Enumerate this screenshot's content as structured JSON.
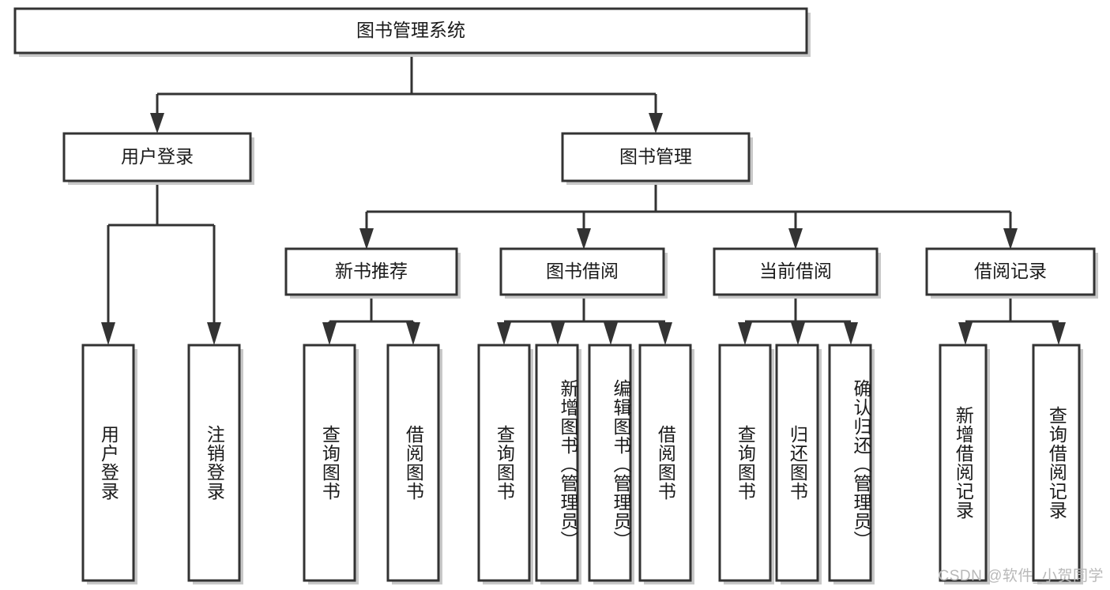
{
  "diagram": {
    "title": "图书管理系统",
    "type": "tree-hierarchy",
    "orientation": "top-down",
    "colors": {
      "background": "#ffffff",
      "box_border": "#333333",
      "box_fill": "#ffffff",
      "connector": "#333333",
      "text": "#1a1a1a",
      "watermark": "#b9b9b9"
    },
    "root": {
      "label": "图书管理系统",
      "orientation": "horizontal"
    },
    "level1": [
      {
        "label": "用户登录",
        "orientation": "horizontal"
      },
      {
        "label": "图书管理",
        "orientation": "horizontal"
      }
    ],
    "level2": [
      {
        "label": "新书推荐",
        "orientation": "horizontal",
        "parent": "图书管理"
      },
      {
        "label": "图书借阅",
        "orientation": "horizontal",
        "parent": "图书管理"
      },
      {
        "label": "当前借阅",
        "orientation": "horizontal",
        "parent": "图书管理"
      },
      {
        "label": "借阅记录",
        "orientation": "horizontal",
        "parent": "图书管理"
      }
    ],
    "leaves": [
      {
        "label": "用户登录",
        "orientation": "vertical",
        "parent": "用户登录"
      },
      {
        "label": "注销登录",
        "orientation": "vertical",
        "parent": "用户登录"
      },
      {
        "label": "查询图书",
        "orientation": "vertical",
        "parent": "新书推荐"
      },
      {
        "label": "借阅图书",
        "orientation": "vertical",
        "parent": "新书推荐"
      },
      {
        "label": "查询图书",
        "orientation": "vertical",
        "parent": "图书借阅"
      },
      {
        "label": "新增图书（管理员）",
        "orientation": "vertical",
        "parent": "图书借阅"
      },
      {
        "label": "编辑图书（管理员）",
        "orientation": "vertical",
        "parent": "图书借阅"
      },
      {
        "label": "借阅图书",
        "orientation": "vertical",
        "parent": "图书借阅"
      },
      {
        "label": "查询图书",
        "orientation": "vertical",
        "parent": "当前借阅"
      },
      {
        "label": "归还图书",
        "orientation": "vertical",
        "parent": "当前借阅"
      },
      {
        "label": "确认归还（管理员）",
        "orientation": "vertical",
        "parent": "当前借阅"
      },
      {
        "label": "新增借阅记录",
        "orientation": "vertical",
        "parent": "借阅记录"
      },
      {
        "label": "查询借阅记录",
        "orientation": "vertical",
        "parent": "借阅记录"
      }
    ],
    "watermark": "CSDN @软件_小贺同学"
  }
}
